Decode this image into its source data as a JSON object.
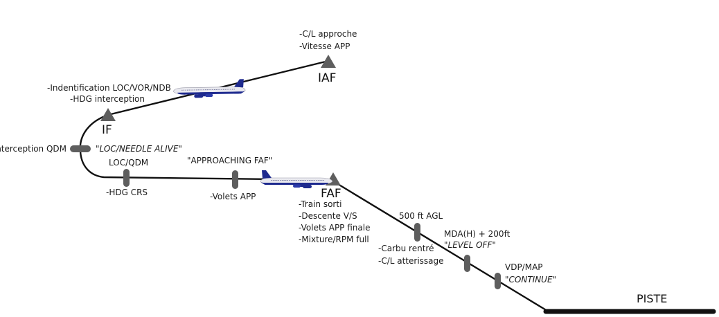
{
  "waypoints": {
    "iaf": "IAF",
    "if": "IF",
    "faf": "FAF"
  },
  "runway": "PISTE",
  "labels": {
    "iaf_1": "-C/L approche",
    "iaf_2": "-Vitesse APP",
    "if_1": "-Indentification LOC/VOR/NDB",
    "if_2": "-HDG interception",
    "intercept": "Interception QDM",
    "loc_alive": "LOC/NEEDLE ALIVE",
    "loc_qdm": "LOC/QDM",
    "hdg_crs": "-HDG CRS",
    "approaching_faf": "\"APPROACHING FAF\"",
    "volets_app": "-Volets APP",
    "faf_1": "-Train sorti",
    "faf_2": "-Descente V/S",
    "faf_3": "-Volets APP finale",
    "faf_4": "-Mixture/RPM full",
    "agl_500": "500 ft AGL",
    "carbu_1": "-Carbu rentré",
    "carbu_2": "-C/L atterissage",
    "mda": "MDA(H) + 200ft",
    "level_off": "LEVEL OFF",
    "vdp": "VDP/MAP",
    "continue": "CONTINUE"
  },
  "colors": {
    "path": "#111111",
    "marker": "#5e5e5e",
    "aircraft_body": "#1e2a8e",
    "aircraft_fuselage": "#e8e8ee"
  },
  "icons": [
    "airplane-icon",
    "waypoint-triangle-icon",
    "fix-marker-icon"
  ]
}
